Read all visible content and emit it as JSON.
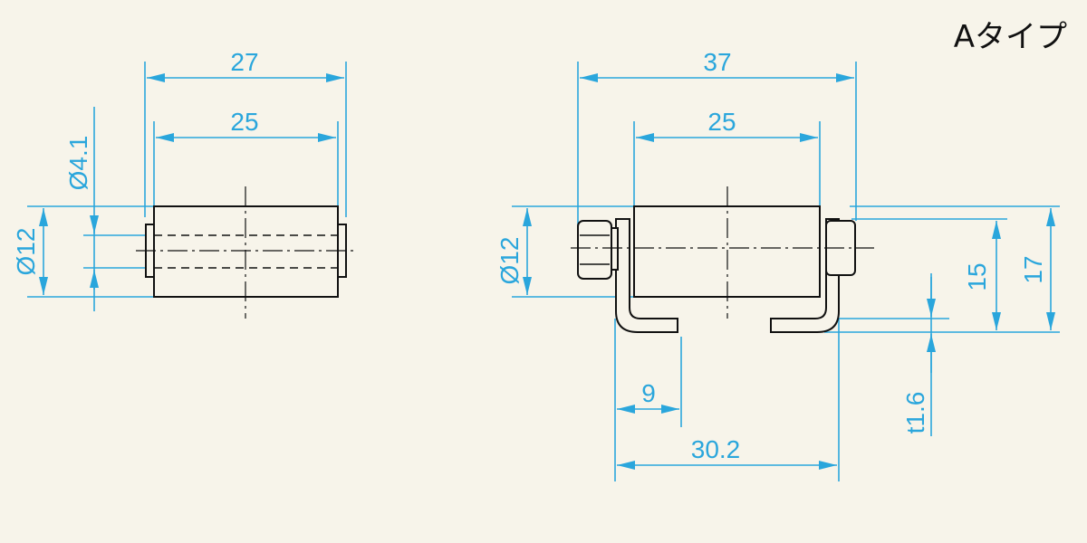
{
  "title": "Aタイプ",
  "colors": {
    "background": "#f7f4ea",
    "dimension": "#2aa6dc",
    "outline": "#111111"
  },
  "left_view": {
    "dim_overall_width": "27",
    "dim_roller_width": "25",
    "dim_outer_diameter": "Ø12",
    "dim_shaft_diameter": "Ø4.1"
  },
  "right_view": {
    "dim_overall_width": "37",
    "dim_roller_width": "25",
    "dim_outer_diameter": "Ø12",
    "dim_height_15": "15",
    "dim_height_17": "17",
    "dim_foot_length": "9",
    "dim_bracket_span": "30.2",
    "dim_thickness": "t1.6"
  }
}
